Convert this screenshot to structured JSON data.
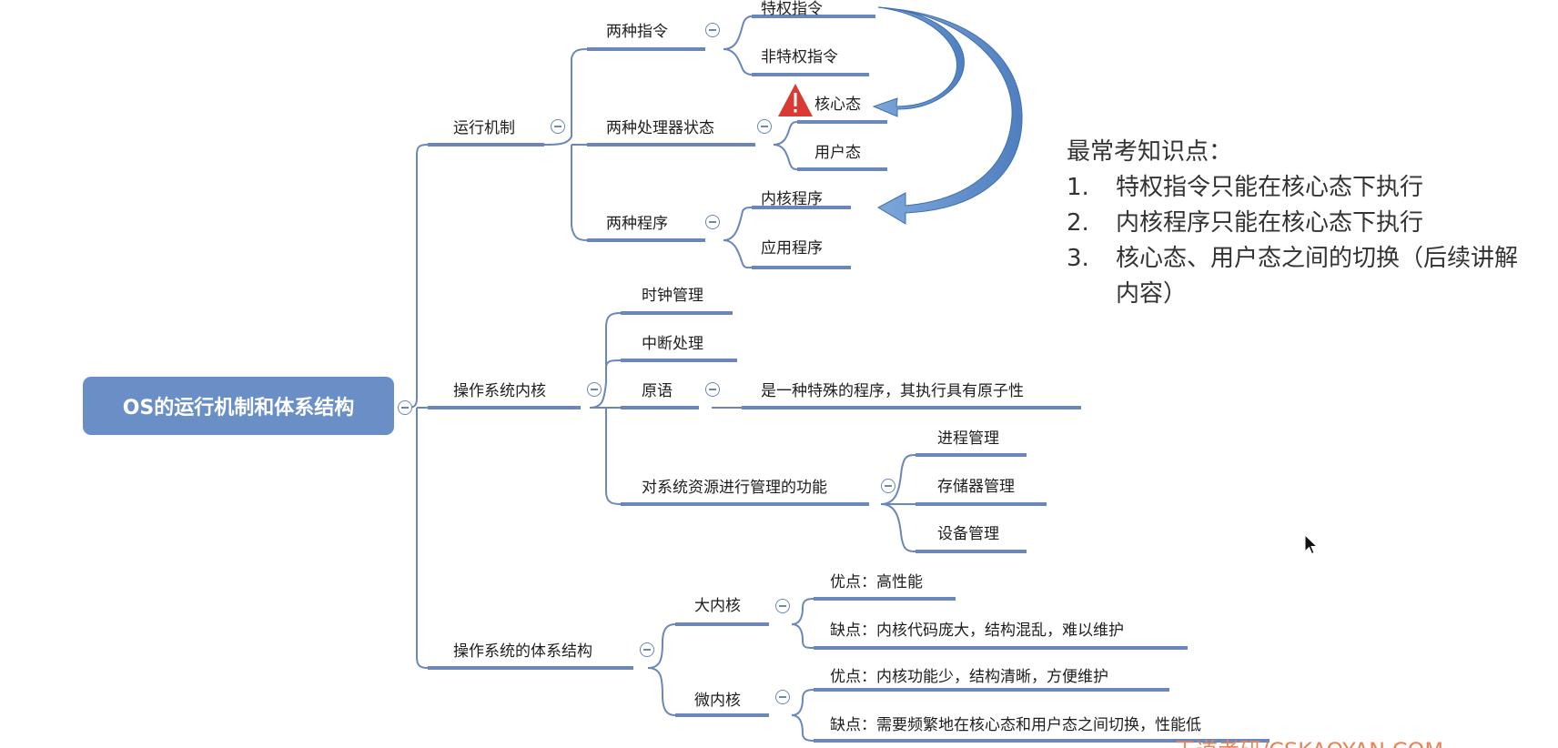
{
  "root": {
    "label": "OS的运行机制和体系结构"
  },
  "branches": {
    "mechanism": {
      "label": "运行机制",
      "instructions": {
        "label": "两种指令",
        "items": [
          "特权指令",
          "非特权指令"
        ]
      },
      "states": {
        "label": "两种处理器状态",
        "items": [
          "核心态",
          "用户态"
        ]
      },
      "programs": {
        "label": "两种程序",
        "items": [
          "内核程序",
          "应用程序"
        ]
      }
    },
    "kernel": {
      "label": "操作系统内核",
      "clock": "时钟管理",
      "interrupt": "中断处理",
      "primitive": {
        "label": "原语",
        "desc": "是一种特殊的程序，其执行具有原子性"
      },
      "resources": {
        "label": "对系统资源进行管理的功能",
        "items": [
          "进程管理",
          "存储器管理",
          "设备管理"
        ]
      }
    },
    "architecture": {
      "label": "操作系统的体系结构",
      "macro": {
        "label": "大内核",
        "pro": "优点：高性能",
        "con": "缺点：内核代码庞大，结构混乱，难以维护"
      },
      "micro": {
        "label": "微内核",
        "pro": "优点：内核功能少，结构清晰，方便维护",
        "con": "缺点：需要频繁地在核心态和用户态之间切换，性能低"
      }
    }
  },
  "notes": {
    "title": "最常考知识点：",
    "items": [
      {
        "num": "1.",
        "text": "特权指令只能在核心态下执行"
      },
      {
        "num": "2.",
        "text": "内核程序只能在核心态下执行"
      },
      {
        "num": "3.",
        "text": "核心态、用户态之间的切换（后续讲解内容）"
      }
    ]
  },
  "warning_icon": "warning-triangle-icon",
  "cursor_icon": "mouse-pointer-icon",
  "watermark": "王道考研/CSKAOYAN.COM",
  "colors": {
    "node_line": "#6b86b8",
    "root_fill": "#6a8fc7",
    "arrow": "#5f88c4",
    "warning": "#d93a33"
  }
}
